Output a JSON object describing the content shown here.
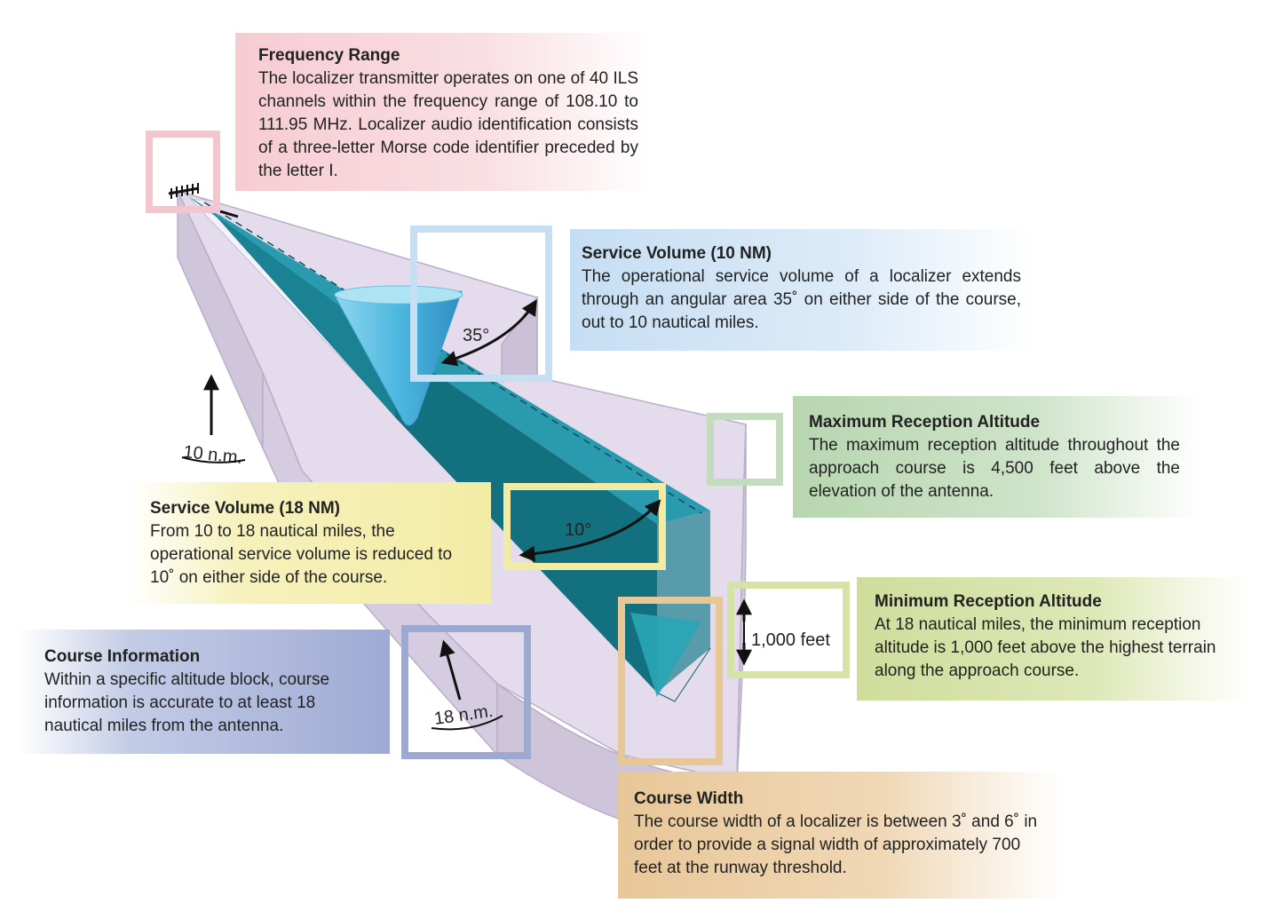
{
  "callouts": {
    "frequency_range": {
      "title": "Frequency Range",
      "body": "The localizer transmitter operates on one of 40 ILS channels within the frequency range of 108.10 to 111.95 MHz. Localizer audio identification consists of a three-letter Morse code identifier preceded by the letter I."
    },
    "service_volume_10": {
      "title": "Service Volume (10 NM)",
      "body": "The operational service volume of a localizer extends through an angular area 35˚ on either side of the course, out to 10 nautical miles."
    },
    "max_reception_altitude": {
      "title": "Maximum Reception Altitude",
      "body": "The maximum reception altitude throughout the approach course is 4,500 feet above the elevation of the antenna."
    },
    "service_volume_18": {
      "title": "Service Volume (18 NM)",
      "body": "From 10 to 18 nautical miles, the operational service volume is reduced to 10˚ on either side of the course."
    },
    "min_reception_altitude": {
      "title": "Minimum Reception Altitude",
      "body": "At 18 nautical miles, the minimum reception altitude is 1,000 feet above the highest terrain along the approach course."
    },
    "course_information": {
      "title": "Course Information",
      "body": "Within a specific altitude block, course information is accurate to at least 18 nautical miles from the antenna."
    },
    "course_width": {
      "title": "Course Width",
      "body": "The course width of a localizer is between 3˚ and 6˚ in order to provide a signal width of approximately 700 feet at the runway threshold."
    }
  },
  "labels": {
    "angle_35": "35°",
    "angle_10": "10°",
    "distance_10nm": "10 n.m.",
    "distance_18nm": "18 n.m.",
    "altitude_1000": "1,000 feet"
  },
  "colors": {
    "pink_frame": "#f3c6cf",
    "blue_frame": "#c7dff3",
    "green_frame": "#c3dcbd",
    "yellow_frame": "#f2eba3",
    "olive_frame": "#d6e3a6",
    "indigo_frame": "#9ea9d2",
    "tan_frame": "#e8c797",
    "beam_teal": "#1f8ea0",
    "volume_lavender": "#ddd5e6"
  }
}
